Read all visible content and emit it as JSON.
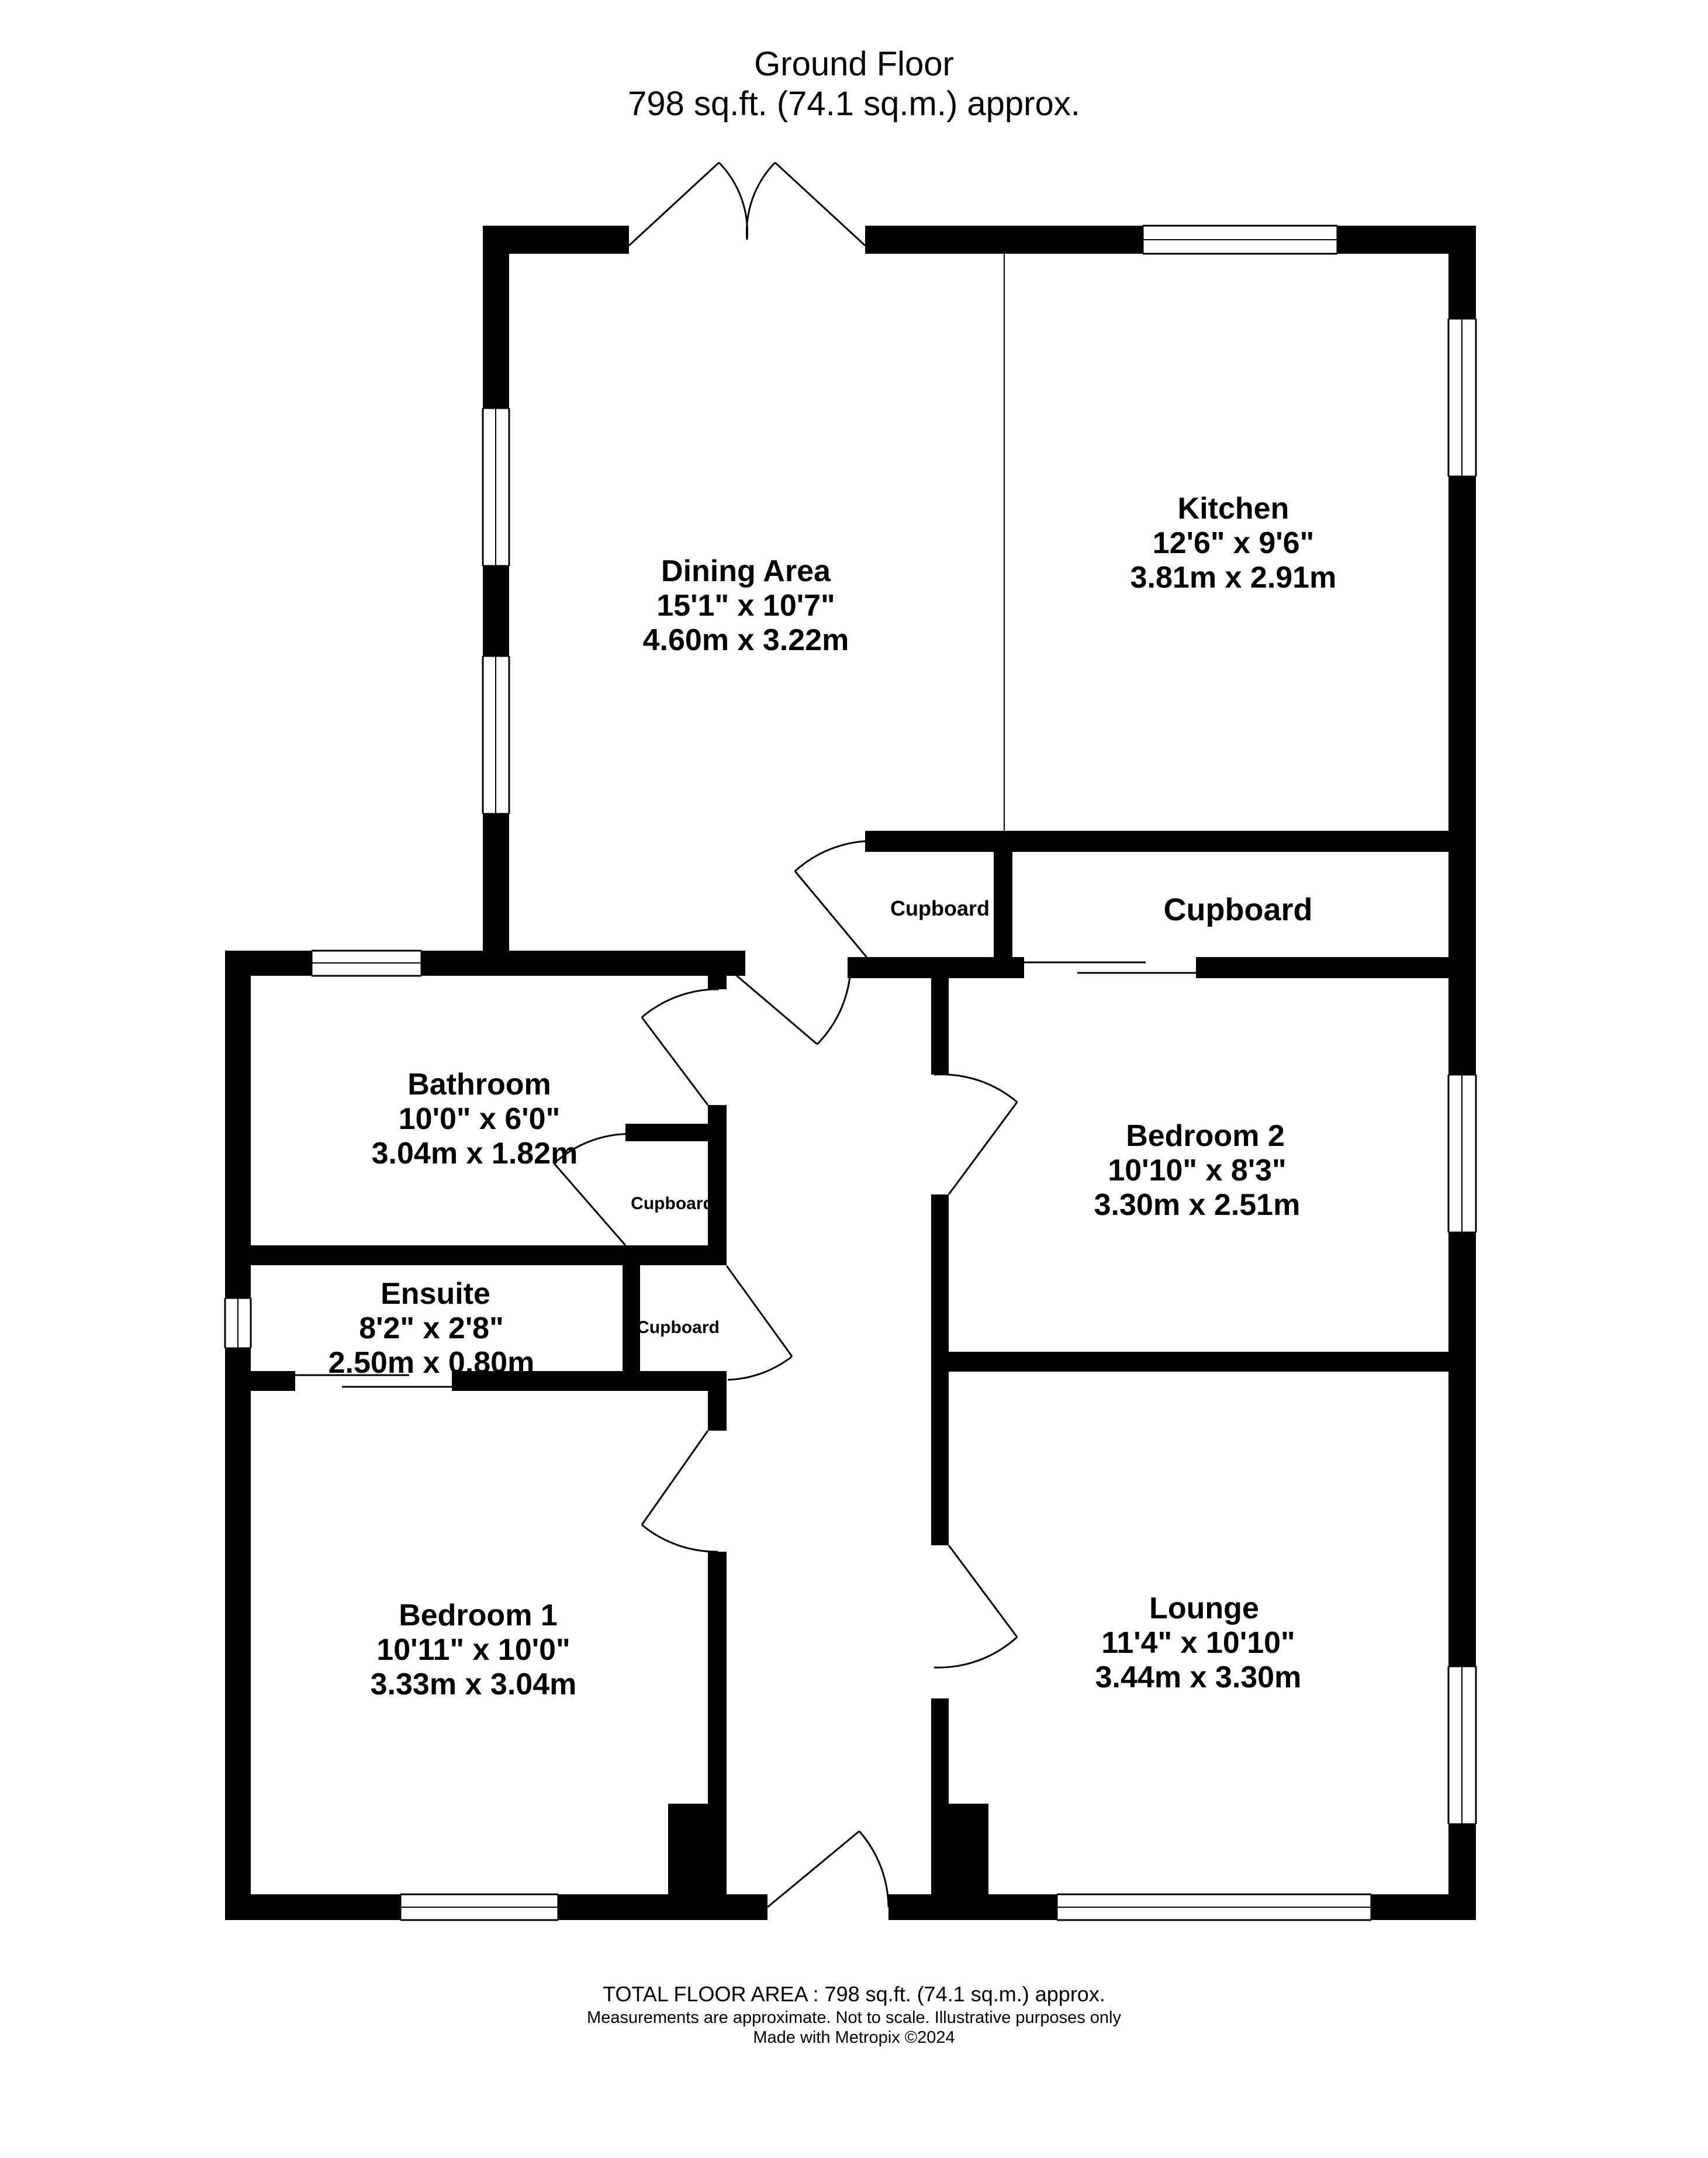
{
  "header": {
    "floor_name": "Ground Floor",
    "area_summary": "798 sq.ft. (74.1 sq.m.) approx."
  },
  "rooms": {
    "dining": {
      "name": "Dining Area",
      "imperial": "15'1\"  x 10'7\"",
      "metric": "4.60m  x 3.22m"
    },
    "kitchen": {
      "name": "Kitchen",
      "imperial": "12'6\"  x 9'6\"",
      "metric": "3.81m  x 2.91m"
    },
    "cupboard_small": {
      "name": "Cupboard"
    },
    "cupboard_large": {
      "name": "Cupboard"
    },
    "bathroom": {
      "name": "Bathroom",
      "imperial": "10'0\"  x 6'0\"",
      "metric": "3.04m  x 1.82m"
    },
    "bathroom_cupboard": {
      "name": "Cupboard"
    },
    "ensuite": {
      "name": "Ensuite",
      "imperial": "8'2\"  x 2'8\"",
      "metric": "2.50m  x 0.80m"
    },
    "ensuite_cupboard": {
      "name": "Cupboard"
    },
    "bedroom2": {
      "name": "Bedroom 2",
      "imperial": "10'10\"  x 8'3\"",
      "metric": "3.30m  x 2.51m"
    },
    "bedroom1": {
      "name": "Bedroom 1",
      "imperial": "10'11\"  x 10'0\"",
      "metric": "3.33m  x 3.04m"
    },
    "lounge": {
      "name": "Lounge",
      "imperial": "11'4\"  x 10'10\"",
      "metric": "3.44m  x 3.30m"
    }
  },
  "footer": {
    "total": "TOTAL FLOOR AREA : 798 sq.ft. (74.1 sq.m.) approx.",
    "disclaimer": "Measurements are approximate.  Not to scale.  Illustrative purposes only",
    "credit": "Made with Metropix ©2024"
  },
  "colors": {
    "wall": "#000000",
    "window": "#ffffff",
    "background": "#ffffff"
  }
}
